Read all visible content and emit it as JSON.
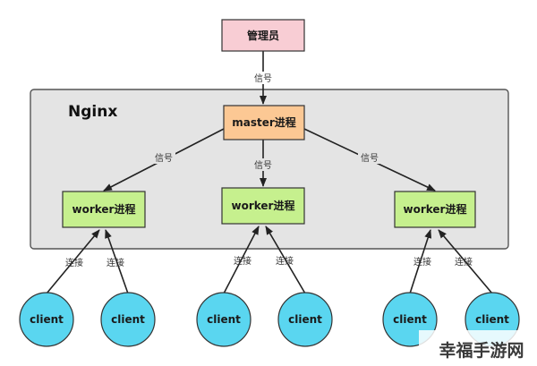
{
  "diagram": {
    "container_label": "Nginx",
    "admin": {
      "label": "管理员",
      "color": "#f8cdd4"
    },
    "master": {
      "label": "master进程",
      "color": "#fcc894"
    },
    "workers": [
      {
        "label": "worker进程",
        "color": "#c6f08e"
      },
      {
        "label": "worker进程",
        "color": "#c6f08e"
      },
      {
        "label": "worker进程",
        "color": "#c6f08e"
      }
    ],
    "signal_label": "信号",
    "connect_label": "连接",
    "clients": [
      {
        "label": "client"
      },
      {
        "label": "client"
      },
      {
        "label": "client"
      },
      {
        "label": "client"
      },
      {
        "label": "client"
      },
      {
        "label": "client"
      }
    ],
    "client_color": "#5ad6f0",
    "container_color": "#e4e4e4"
  },
  "watermark": {
    "text": "幸福手游网"
  }
}
